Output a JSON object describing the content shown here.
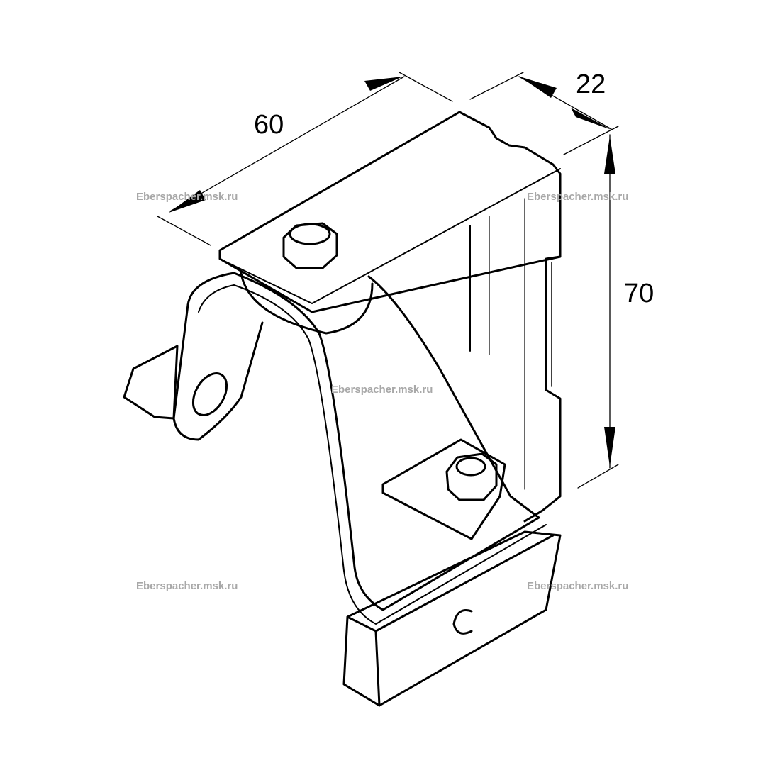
{
  "dimensions": {
    "length": "60",
    "width": "22",
    "height": "70"
  },
  "watermarks": [
    "Eberspacher.msk.ru",
    "Eberspacher.msk.ru",
    "Eberspacher.msk.ru",
    "Eberspacher.msk.ru",
    "Eberspacher.msk.ru"
  ],
  "colors": {
    "line": "#000000",
    "watermark": "#a8a8a8"
  }
}
